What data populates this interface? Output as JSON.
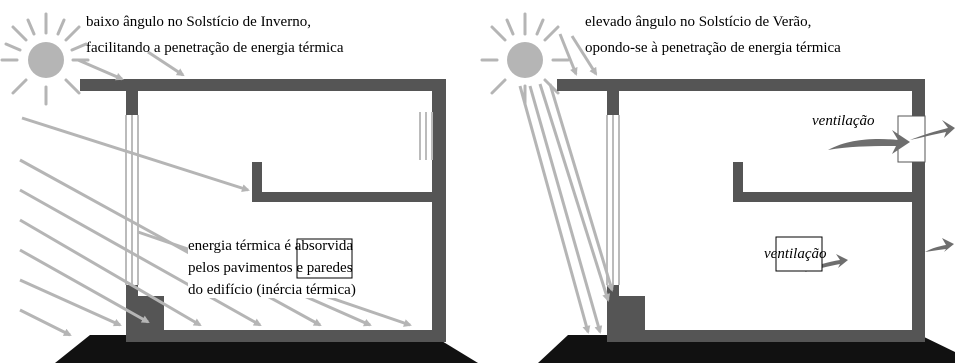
{
  "left_panel": {
    "caption_line1": "baixo ângulo no Solstício de Inverno,",
    "caption_line2": "facilitando a penetração de energia térmica",
    "note_line1": "energia térmica é absorvida",
    "note_line2": "pelos pavimentos e paredes",
    "note_line3": "do edifício (inércia térmica)"
  },
  "right_panel": {
    "caption_line1": "elevado ângulo no Solstício de Verão,",
    "caption_line2": "opondo-se à penetração de energia térmica",
    "ventilation_label_top": "ventilação",
    "ventilation_label_inner": "ventilação"
  },
  "colors": {
    "wall": "#555555",
    "ground": "#111111",
    "sun": "#b5b5b5",
    "ray": "#b5b5b5",
    "wind_arrow": "#6e6e6e"
  }
}
